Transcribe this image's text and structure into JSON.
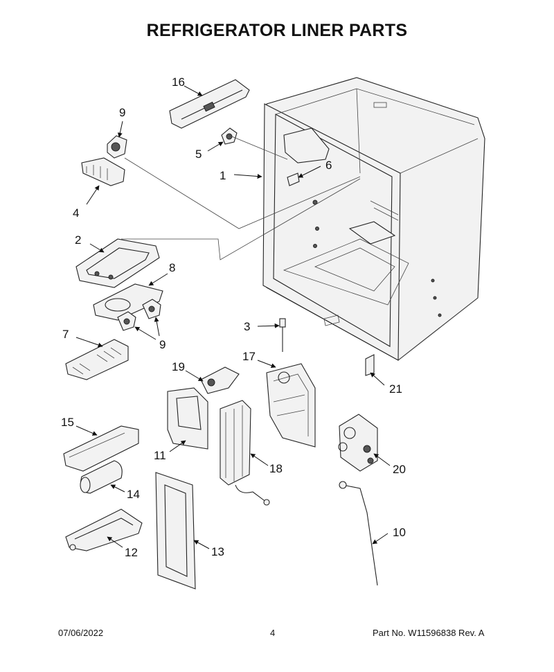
{
  "title": "REFRIGERATOR LINER PARTS",
  "callouts": [
    {
      "id": "c1",
      "label": "1"
    },
    {
      "id": "c2",
      "label": "2"
    },
    {
      "id": "c3",
      "label": "3"
    },
    {
      "id": "c4",
      "label": "4"
    },
    {
      "id": "c5",
      "label": "5"
    },
    {
      "id": "c6",
      "label": "6"
    },
    {
      "id": "c7",
      "label": "7"
    },
    {
      "id": "c8",
      "label": "8"
    },
    {
      "id": "c9a",
      "label": "9"
    },
    {
      "id": "c9b",
      "label": "9"
    },
    {
      "id": "c10",
      "label": "10"
    },
    {
      "id": "c11",
      "label": "11"
    },
    {
      "id": "c12",
      "label": "12"
    },
    {
      "id": "c13",
      "label": "13"
    },
    {
      "id": "c14",
      "label": "14"
    },
    {
      "id": "c15",
      "label": "15"
    },
    {
      "id": "c16",
      "label": "16"
    },
    {
      "id": "c17",
      "label": "17"
    },
    {
      "id": "c18",
      "label": "18"
    },
    {
      "id": "c19",
      "label": "19"
    },
    {
      "id": "c20",
      "label": "20"
    },
    {
      "id": "c21",
      "label": "21"
    }
  ],
  "footer": {
    "date": "07/06/2022",
    "page": "4",
    "part_no": "Part No.  W11596838  Rev.  A"
  }
}
